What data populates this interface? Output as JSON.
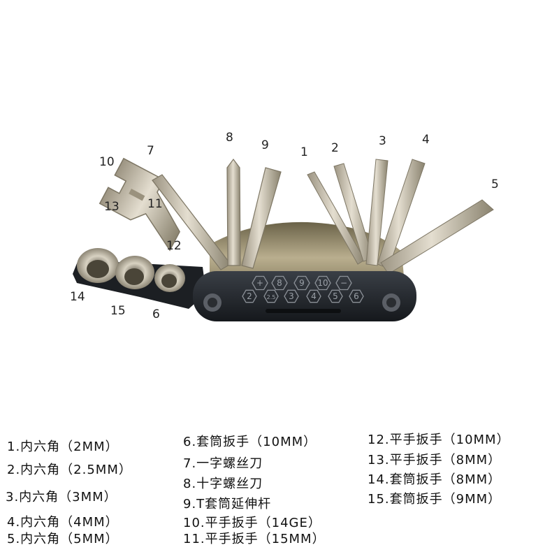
{
  "callouts": [
    "1",
    "2",
    "3",
    "4",
    "5",
    "6",
    "7",
    "8",
    "9",
    "10",
    "11",
    "12",
    "13",
    "14",
    "15"
  ],
  "body_markings": {
    "top_row": [
      "+",
      "8",
      "9",
      "10",
      "−"
    ],
    "bottom_row": [
      "2",
      "2.5",
      "3",
      "4",
      "5",
      "6"
    ]
  },
  "legend": [
    "1.内六角（2MM）",
    "2.内六角（2.5MM）",
    "3.内六角（3MM）",
    "4.内六角（4MM）",
    "5.内六角（5MM）",
    "6.套筒扳手（10MM）",
    "7.一字螺丝刀",
    "8.十字螺丝刀",
    "9.T套筒延伸杆",
    "10.平手扳手（14GE）",
    "11.平手扳手（15MM）",
    "12.平手扳手（10MM）",
    "13.平手扳手（8MM）",
    "14.套筒扳手（8MM）",
    "15.套筒扳手（9MM）"
  ],
  "colors": {
    "body": "#23272c",
    "metal": "#c9c2b0",
    "metal_dark": "#8f8876",
    "plate": "#b5aa8c",
    "background": "#ffffff"
  }
}
